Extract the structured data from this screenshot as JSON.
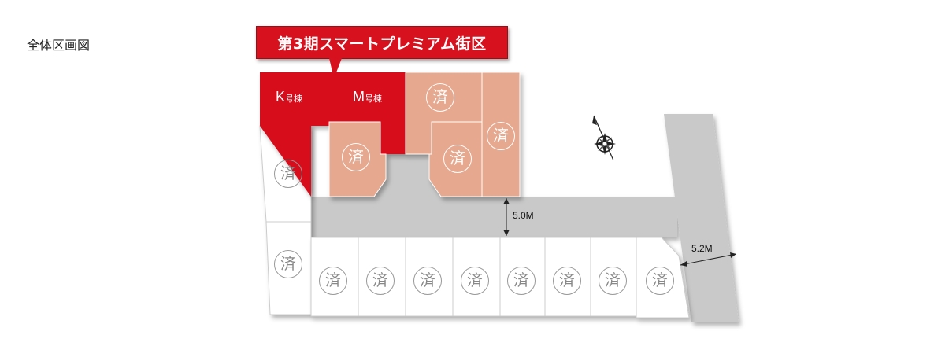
{
  "page_title": "全体区画図",
  "callout": {
    "text": "第3期スマートプレミアム街区"
  },
  "lots": {
    "k": {
      "letter": "K",
      "suffix": "号棟"
    },
    "m": {
      "letter": "M",
      "suffix": "号棟"
    },
    "sold_mark": "済"
  },
  "roads": {
    "main_width": "5.0M",
    "side_width": "5.2M"
  },
  "colors": {
    "available": "#d7111e",
    "sold_highlight": "#e6a88e",
    "sold": "#ffffff",
    "road": "#c9c9c9",
    "lot_border": "#cccccc"
  },
  "icons": [
    "compass-icon"
  ]
}
